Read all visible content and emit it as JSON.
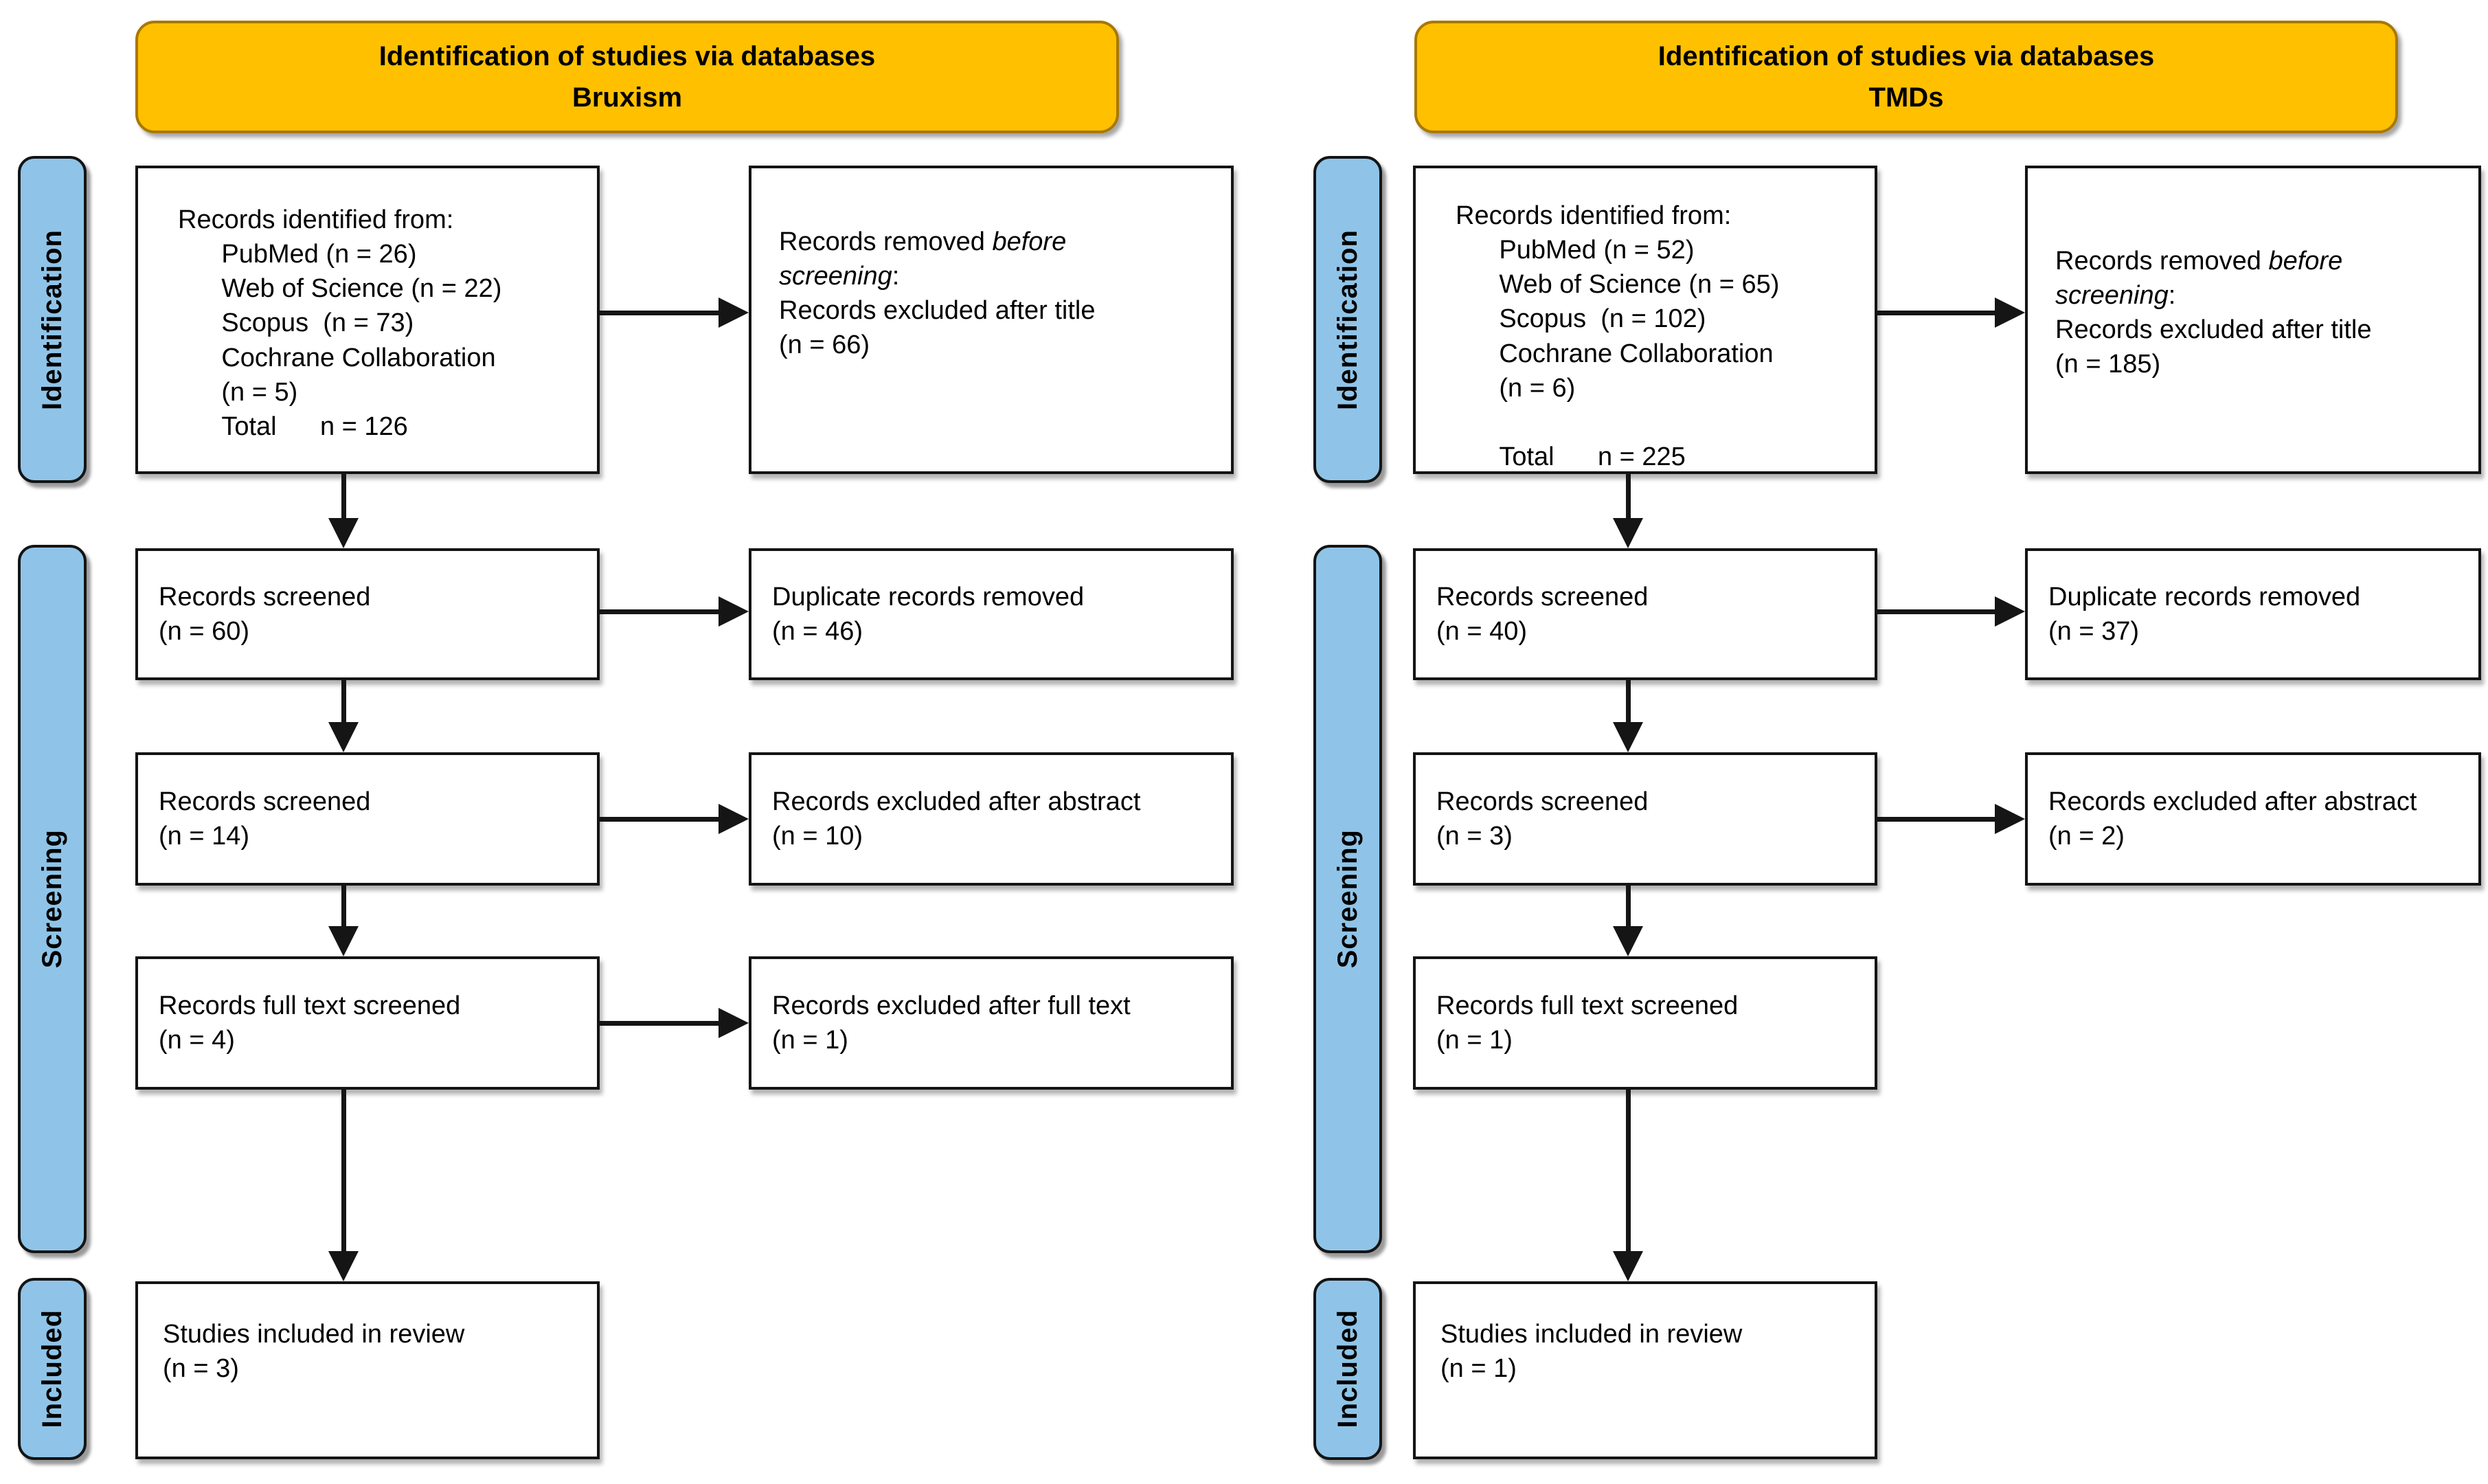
{
  "palette": {
    "header_bg": "#FFC000",
    "stage_bg": "#8FC4E8",
    "box_border": "#141414",
    "arrow": "#151515",
    "background": "#ffffff"
  },
  "flows": [
    {
      "name": "Bruxism",
      "header": {
        "line1": "Identification of studies via databases",
        "line2": "Bruxism"
      },
      "stages": [
        "Identification",
        "Screening",
        "Included"
      ],
      "boxes": {
        "identified": "Records identified from:\n      PubMed (n = 26)\n      Web of Science (n = 22)\n      Scopus  (n = 73)\n      Cochrane Collaboration\n      (n = 5)\n      Total      n = 126",
        "removed_parts": [
          {
            "t": "Records removed "
          },
          {
            "t": "before\nscreening",
            "i": 1
          },
          {
            "t": ":\nRecords excluded after title\n(n = 66)"
          }
        ],
        "screened1": "Records screened\n(n = 60)",
        "duplicates": "Duplicate records removed\n(n = 46)",
        "screened2": "Records screened\n(n = 14)",
        "excluded_abstract": "Records excluded after abstract\n(n = 10)",
        "fulltext": "Records full text screened\n(n = 4)",
        "excluded_fulltext": "Records excluded after full text\n(n = 1)",
        "included": "Studies included in review\n(n = 3)"
      }
    },
    {
      "name": "TMDs",
      "header": {
        "line1": "Identification of studies via databases",
        "line2": "TMDs"
      },
      "stages": [
        "Identification",
        "Screening",
        "Included"
      ],
      "boxes": {
        "identified": "Records identified from:\n      PubMed (n = 52)\n      Web of Science (n = 65)\n      Scopus  (n = 102)\n      Cochrane Collaboration\n      (n = 6)\n\n      Total      n = 225",
        "removed_parts": [
          {
            "t": "Records removed "
          },
          {
            "t": "before\nscreening",
            "i": 1
          },
          {
            "t": ":\nRecords excluded after title\n(n = 185)"
          }
        ],
        "screened1": "Records screened\n(n = 40)",
        "duplicates": "Duplicate records removed\n(n = 37)",
        "screened2": "Records screened\n(n = 3)",
        "excluded_abstract": "Records excluded after abstract\n(n = 2)",
        "fulltext": "Records full text screened\n(n = 1)",
        "included": "Studies included in review\n(n = 1)"
      }
    }
  ]
}
